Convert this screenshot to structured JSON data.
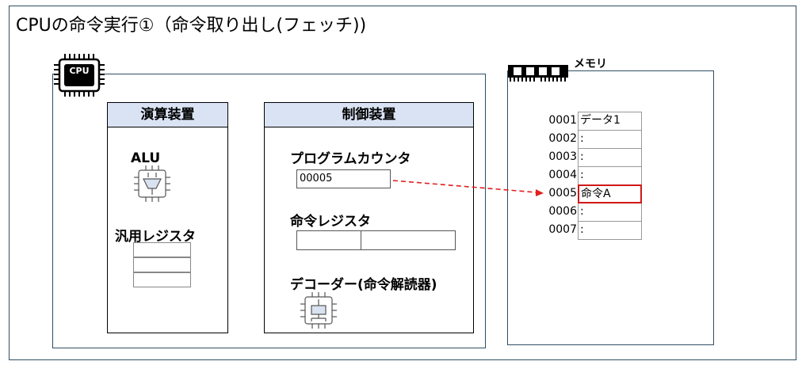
{
  "title": "CPUの命令実行①（命令取り出し(フェッチ))",
  "cpu": {
    "chip_label": "CPU",
    "alu_unit": {
      "header": "演算装置",
      "alu_label": "ALU",
      "register_label": "汎用レジスタ"
    },
    "control_unit": {
      "header": "制御装置",
      "pc_label": "プログラムカウンタ",
      "pc_value": "00005",
      "ir_label": "命令レジスタ",
      "decoder_label": "デコーダー(命令解読器)"
    }
  },
  "memory": {
    "label": "メモリ",
    "rows": [
      {
        "address": "0001",
        "value": "データ1"
      },
      {
        "address": "0002",
        "value": ":"
      },
      {
        "address": "0003",
        "value": ":"
      },
      {
        "address": "0004",
        "value": ":"
      },
      {
        "address": "0005",
        "value": "命令A"
      },
      {
        "address": "0006",
        "value": ":"
      },
      {
        "address": "0007",
        "value": ":"
      }
    ]
  },
  "colors": {
    "border": "#2e4e63",
    "panel_header": "#dae3f3",
    "arrow": "#e02020",
    "highlight": "#d01818"
  }
}
